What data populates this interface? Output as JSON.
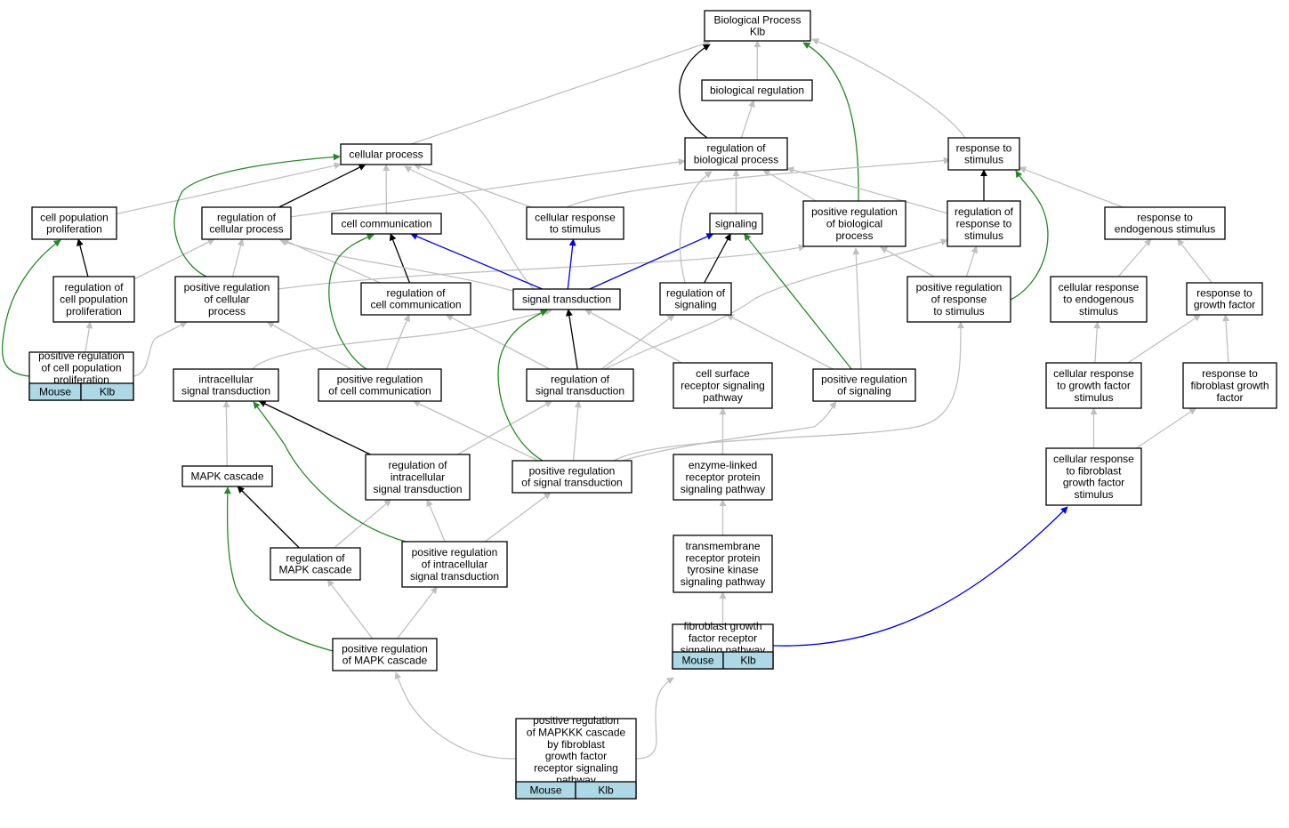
{
  "colors": {
    "is_a": "#c0c0c0",
    "regulates": "#000000",
    "positively_regulates": "#228b22",
    "part_of": "#0000ee",
    "tag_fill": "#add8e6"
  },
  "nodes": [
    {
      "id": "bp",
      "lines": [
        "Biological Process",
        "Klb"
      ]
    },
    {
      "id": "bioreg",
      "lines": [
        "biological regulation"
      ]
    },
    {
      "id": "cellproc",
      "lines": [
        "cellular process"
      ]
    },
    {
      "id": "regbio",
      "lines": [
        "regulation of",
        "biological process"
      ]
    },
    {
      "id": "respstim",
      "lines": [
        "response to",
        "stimulus"
      ]
    },
    {
      "id": "cellpop",
      "lines": [
        "cell population",
        "proliferation"
      ]
    },
    {
      "id": "regcellproc",
      "lines": [
        "regulation of",
        "cellular process"
      ]
    },
    {
      "id": "cellcomm",
      "lines": [
        "cell communication"
      ]
    },
    {
      "id": "cellrespstim",
      "lines": [
        "cellular response",
        "to stimulus"
      ]
    },
    {
      "id": "signaling",
      "lines": [
        "signaling"
      ]
    },
    {
      "id": "posregbio",
      "lines": [
        "positive regulation",
        "of biological",
        "process"
      ]
    },
    {
      "id": "regrespstim",
      "lines": [
        "regulation of",
        "response to",
        "stimulus"
      ]
    },
    {
      "id": "respendo",
      "lines": [
        "response to",
        "endogenous stimulus"
      ]
    },
    {
      "id": "regcellpop",
      "lines": [
        "regulation of",
        "cell population",
        "proliferation"
      ]
    },
    {
      "id": "posregcellproc",
      "lines": [
        "positive regulation",
        "of cellular",
        "process"
      ]
    },
    {
      "id": "regcellcomm",
      "lines": [
        "regulation of",
        "cell communication"
      ]
    },
    {
      "id": "sigtrans",
      "lines": [
        "signal transduction"
      ]
    },
    {
      "id": "regsig",
      "lines": [
        "regulation of",
        "signaling"
      ]
    },
    {
      "id": "posregresp",
      "lines": [
        "positive regulation",
        "of response",
        "to stimulus"
      ]
    },
    {
      "id": "cellrespendo",
      "lines": [
        "cellular response",
        "to endogenous",
        "stimulus"
      ]
    },
    {
      "id": "respgf",
      "lines": [
        "response to",
        "growth factor"
      ]
    },
    {
      "id": "posregcellpop",
      "lines": [
        "positive regulation",
        "of cell population",
        "proliferation"
      ],
      "tags": [
        "Mouse",
        "Klb"
      ]
    },
    {
      "id": "intrasig",
      "lines": [
        "intracellular",
        "signal transduction"
      ]
    },
    {
      "id": "posregcellcomm",
      "lines": [
        "positive regulation",
        "of cell communication"
      ]
    },
    {
      "id": "regsigtrans",
      "lines": [
        "regulation of",
        "signal transduction"
      ]
    },
    {
      "id": "csrsp",
      "lines": [
        "cell surface",
        "receptor signaling",
        "pathway"
      ]
    },
    {
      "id": "posregsig",
      "lines": [
        "positive regulation",
        "of signaling"
      ]
    },
    {
      "id": "cellrespgf",
      "lines": [
        "cellular response",
        "to growth factor",
        "stimulus"
      ]
    },
    {
      "id": "respfgf",
      "lines": [
        "response to",
        "fibroblast growth",
        "factor"
      ]
    },
    {
      "id": "mapk",
      "lines": [
        "MAPK cascade"
      ]
    },
    {
      "id": "regintrasig",
      "lines": [
        "regulation of",
        "intracellular",
        "signal transduction"
      ]
    },
    {
      "id": "posregsigtrans",
      "lines": [
        "positive regulation",
        "of signal transduction"
      ]
    },
    {
      "id": "enzyme",
      "lines": [
        "enzyme-linked",
        "receptor protein",
        "signaling pathway"
      ]
    },
    {
      "id": "cellrespfgf",
      "lines": [
        "cellular response",
        "to fibroblast",
        "growth factor",
        "stimulus"
      ]
    },
    {
      "id": "regmapk",
      "lines": [
        "regulation of",
        "MAPK cascade"
      ]
    },
    {
      "id": "posregintrasig",
      "lines": [
        "positive regulation",
        "of intracellular",
        "signal transduction"
      ]
    },
    {
      "id": "rtk",
      "lines": [
        "transmembrane",
        "receptor protein",
        "tyrosine kinase",
        "signaling pathway"
      ]
    },
    {
      "id": "fgfr",
      "lines": [
        "fibroblast growth",
        "factor receptor",
        "signaling pathway"
      ],
      "tags": [
        "Mouse",
        "Klb"
      ]
    },
    {
      "id": "posregmapk",
      "lines": [
        "positive regulation",
        "of MAPK cascade"
      ]
    },
    {
      "id": "posregmapkkk",
      "lines": [
        "positive regulation",
        "of MAPKKK cascade",
        "by fibroblast",
        "growth factor",
        "receptor signaling",
        "pathway"
      ],
      "tags": [
        "Mouse",
        "Klb"
      ]
    }
  ],
  "edges": [
    {
      "from": "bioreg",
      "to": "bp",
      "type": "is_a"
    },
    {
      "from": "cellproc",
      "to": "bp",
      "type": "is_a"
    },
    {
      "from": "regbio",
      "to": "bp",
      "type": "regulates"
    },
    {
      "from": "regbio",
      "to": "bioreg",
      "type": "is_a"
    },
    {
      "from": "respstim",
      "to": "bp",
      "type": "is_a"
    },
    {
      "from": "posregbio",
      "to": "bp",
      "type": "positively_regulates"
    },
    {
      "from": "cellpop",
      "to": "cellproc",
      "type": "is_a"
    },
    {
      "from": "regcellproc",
      "to": "cellproc",
      "type": "regulates"
    },
    {
      "from": "regcellproc",
      "to": "regbio",
      "type": "is_a"
    },
    {
      "from": "cellcomm",
      "to": "cellproc",
      "type": "is_a"
    },
    {
      "from": "cellrespstim",
      "to": "cellproc",
      "type": "is_a"
    },
    {
      "from": "cellrespstim",
      "to": "respstim",
      "type": "is_a"
    },
    {
      "from": "signaling",
      "to": "regbio",
      "type": "is_a"
    },
    {
      "from": "posregbio",
      "to": "regbio",
      "type": "is_a"
    },
    {
      "from": "regrespstim",
      "to": "respstim",
      "type": "regulates"
    },
    {
      "from": "regrespstim",
      "to": "regbio",
      "type": "is_a"
    },
    {
      "from": "respendo",
      "to": "respstim",
      "type": "is_a"
    },
    {
      "from": "regcellpop",
      "to": "cellpop",
      "type": "regulates"
    },
    {
      "from": "regcellpop",
      "to": "regcellproc",
      "type": "is_a"
    },
    {
      "from": "posregcellproc",
      "to": "cellproc",
      "type": "positively_regulates"
    },
    {
      "from": "posregcellproc",
      "to": "regcellproc",
      "type": "is_a"
    },
    {
      "from": "posregcellproc",
      "to": "posregbio",
      "type": "is_a"
    },
    {
      "from": "regcellcomm",
      "to": "cellcomm",
      "type": "regulates"
    },
    {
      "from": "regcellcomm",
      "to": "regcellproc",
      "type": "is_a"
    },
    {
      "from": "sigtrans",
      "to": "cellproc",
      "type": "is_a"
    },
    {
      "from": "sigtrans",
      "to": "cellcomm",
      "type": "part_of"
    },
    {
      "from": "sigtrans",
      "to": "cellrespstim",
      "type": "part_of"
    },
    {
      "from": "sigtrans",
      "to": "signaling",
      "type": "part_of"
    },
    {
      "from": "sigtrans",
      "to": "regcellproc",
      "type": "is_a"
    },
    {
      "from": "regsig",
      "to": "signaling",
      "type": "regulates"
    },
    {
      "from": "regsig",
      "to": "regbio",
      "type": "is_a"
    },
    {
      "from": "posregresp",
      "to": "respstim",
      "type": "positively_regulates"
    },
    {
      "from": "posregresp",
      "to": "regrespstim",
      "type": "is_a"
    },
    {
      "from": "posregresp",
      "to": "posregbio",
      "type": "is_a"
    },
    {
      "from": "cellrespendo",
      "to": "respendo",
      "type": "is_a"
    },
    {
      "from": "respgf",
      "to": "respendo",
      "type": "is_a"
    },
    {
      "from": "posregcellpop",
      "to": "cellpop",
      "type": "positively_regulates"
    },
    {
      "from": "posregcellpop",
      "to": "regcellpop",
      "type": "is_a"
    },
    {
      "from": "posregcellpop",
      "to": "posregcellproc",
      "type": "is_a"
    },
    {
      "from": "intrasig",
      "to": "sigtrans",
      "type": "is_a"
    },
    {
      "from": "posregcellcomm",
      "to": "cellcomm",
      "type": "positively_regulates"
    },
    {
      "from": "posregcellcomm",
      "to": "regcellcomm",
      "type": "is_a"
    },
    {
      "from": "posregcellcomm",
      "to": "posregcellproc",
      "type": "is_a"
    },
    {
      "from": "regsigtrans",
      "to": "sigtrans",
      "type": "regulates"
    },
    {
      "from": "regsigtrans",
      "to": "regsig",
      "type": "is_a"
    },
    {
      "from": "regsigtrans",
      "to": "regcellcomm",
      "type": "is_a"
    },
    {
      "from": "regsigtrans",
      "to": "regrespstim",
      "type": "is_a"
    },
    {
      "from": "csrsp",
      "to": "sigtrans",
      "type": "is_a"
    },
    {
      "from": "posregsig",
      "to": "signaling",
      "type": "positively_regulates"
    },
    {
      "from": "posregsig",
      "to": "regsig",
      "type": "is_a"
    },
    {
      "from": "posregsig",
      "to": "posregbio",
      "type": "is_a"
    },
    {
      "from": "cellrespgf",
      "to": "cellrespendo",
      "type": "is_a"
    },
    {
      "from": "cellrespgf",
      "to": "respgf",
      "type": "is_a"
    },
    {
      "from": "respfgf",
      "to": "respgf",
      "type": "is_a"
    },
    {
      "from": "mapk",
      "to": "intrasig",
      "type": "is_a"
    },
    {
      "from": "regintrasig",
      "to": "intrasig",
      "type": "regulates"
    },
    {
      "from": "regintrasig",
      "to": "regsigtrans",
      "type": "is_a"
    },
    {
      "from": "posregsigtrans",
      "to": "sigtrans",
      "type": "positively_regulates"
    },
    {
      "from": "posregsigtrans",
      "to": "regsigtrans",
      "type": "is_a"
    },
    {
      "from": "posregsigtrans",
      "to": "posregcellcomm",
      "type": "is_a"
    },
    {
      "from": "posregsigtrans",
      "to": "posregsig",
      "type": "is_a"
    },
    {
      "from": "posregsigtrans",
      "to": "posregresp",
      "type": "is_a"
    },
    {
      "from": "enzyme",
      "to": "csrsp",
      "type": "is_a"
    },
    {
      "from": "cellrespfgf",
      "to": "cellrespgf",
      "type": "is_a"
    },
    {
      "from": "cellrespfgf",
      "to": "respfgf",
      "type": "is_a"
    },
    {
      "from": "regmapk",
      "to": "mapk",
      "type": "regulates"
    },
    {
      "from": "regmapk",
      "to": "regintrasig",
      "type": "is_a"
    },
    {
      "from": "posregintrasig",
      "to": "intrasig",
      "type": "positively_regulates"
    },
    {
      "from": "posregintrasig",
      "to": "regintrasig",
      "type": "is_a"
    },
    {
      "from": "posregintrasig",
      "to": "posregsigtrans",
      "type": "is_a"
    },
    {
      "from": "rtk",
      "to": "enzyme",
      "type": "is_a"
    },
    {
      "from": "fgfr",
      "to": "rtk",
      "type": "is_a"
    },
    {
      "from": "fgfr",
      "to": "cellrespfgf",
      "type": "part_of"
    },
    {
      "from": "posregmapk",
      "to": "mapk",
      "type": "positively_regulates"
    },
    {
      "from": "posregmapk",
      "to": "regmapk",
      "type": "is_a"
    },
    {
      "from": "posregmapk",
      "to": "posregintrasig",
      "type": "is_a"
    },
    {
      "from": "posregmapkkk",
      "to": "posregmapk",
      "type": "is_a"
    },
    {
      "from": "posregmapkkk",
      "to": "fgfr",
      "type": "is_a"
    }
  ]
}
